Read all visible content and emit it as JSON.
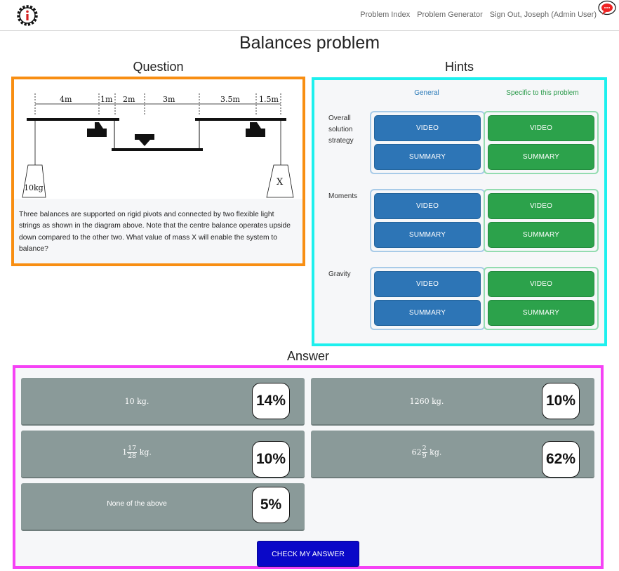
{
  "nav": {
    "logo_icon": "info-gear-icon",
    "links": [
      "Problem Index",
      "Problem Generator",
      "Sign Out, Joseph (Admin User)"
    ],
    "chat_icon": "chat-bubble-icon"
  },
  "page_title": "Balances problem",
  "question": {
    "heading": "Question",
    "diagram_labels": {
      "d1": "4m",
      "d2": "1m",
      "d3": "2m",
      "d4": "3m",
      "d5": "3.5m",
      "d6": "1.5m",
      "mass_left": "10kg",
      "mass_right": "X"
    },
    "text": "Three balances are supported on rigid pivots and connected by two flexible light strings as shown in the diagram above. Note that the centre balance operates upside down compared to the other two. What value of mass X will enable the system to balance?"
  },
  "hints": {
    "heading": "Hints",
    "col_general": "General",
    "col_specific": "Specific to this problem",
    "video_label": "VIDEO",
    "summary_label": "SUMMARY",
    "rows": [
      {
        "label": "Overall solution strategy"
      },
      {
        "label": "Moments"
      },
      {
        "label": "Gravity"
      }
    ]
  },
  "answer": {
    "heading": "Answer",
    "options": [
      {
        "text": "10 kg.",
        "percent": "14%"
      },
      {
        "text": "1260 kg.",
        "percent": "10%"
      },
      {
        "whole": "1",
        "num": "17",
        "den": "28",
        "unit": "kg.",
        "percent": "10%"
      },
      {
        "whole": "62",
        "num": "2",
        "den": "9",
        "unit": "kg.",
        "percent": "62%"
      },
      {
        "text": "None of the above",
        "percent": "5%"
      }
    ],
    "check_button": "CHECK MY ANSWER"
  },
  "colors": {
    "question_border": "#f88e12",
    "hints_border": "#1ef0ee",
    "answer_border": "#f542f5",
    "hint_blue": "#2d75b6",
    "hint_green": "#2ca24b",
    "option_bg": "#8a9a99",
    "check_button_bg": "#0a08c8"
  }
}
